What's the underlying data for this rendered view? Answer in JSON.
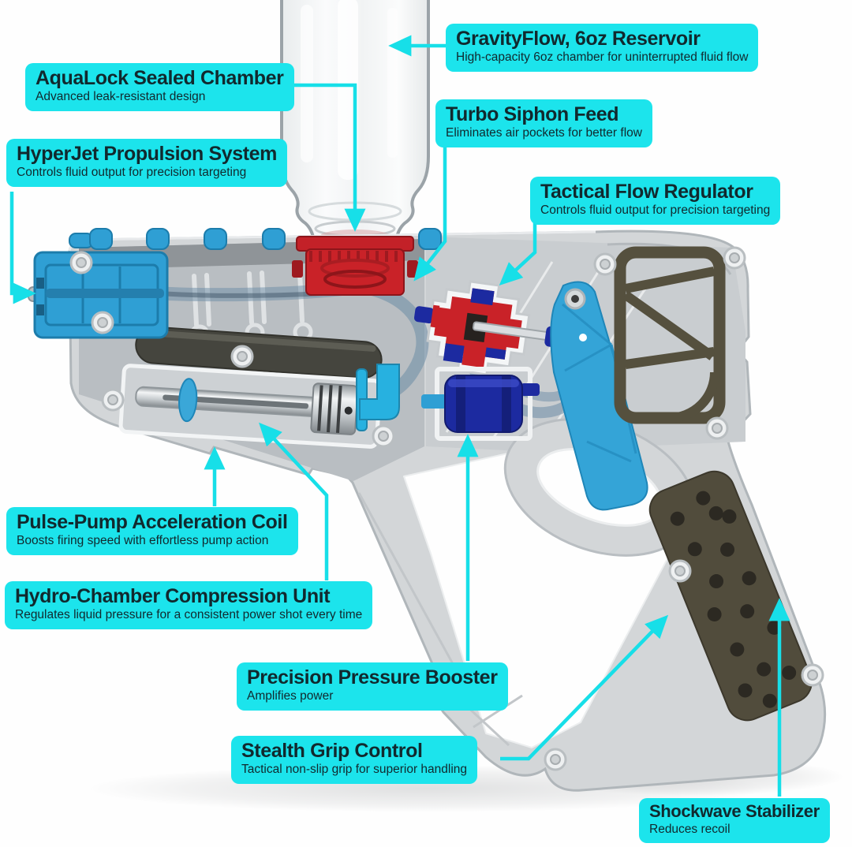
{
  "illustration": {
    "name": "water-blaster-cutaway-diagram",
    "description": "Cutaway illustration of a toy water blaster with transparent reservoir bottle and internal pump components"
  },
  "callouts": {
    "gravityflow": {
      "title": "GravityFlow, 6oz Reservoir",
      "subtitle": "High-capacity 6oz chamber for uninterrupted fluid flow"
    },
    "aqualock": {
      "title": "AquaLock Sealed Chamber",
      "subtitle": "Advanced leak-resistant design"
    },
    "hyperjet": {
      "title": "HyperJet Propulsion System",
      "subtitle": "Controls fluid output for precision targeting"
    },
    "turbo_siphon": {
      "title": "Turbo Siphon Feed",
      "subtitle": "Eliminates air pockets for better flow"
    },
    "flow_regulator": {
      "title": "Tactical Flow Regulator",
      "subtitle": "Controls fluid output for precision targeting"
    },
    "pulse_pump": {
      "title": "Pulse-Pump Acceleration Coil",
      "subtitle": "Boosts firing speed with effortless pump action"
    },
    "hydro_chamber": {
      "title": "Hydro-Chamber Compression Unit",
      "subtitle": "Regulates liquid pressure for a consistent power shot every time"
    },
    "pressure_booster": {
      "title": "Precision Pressure Booster",
      "subtitle": "Amplifies power"
    },
    "stealth_grip": {
      "title": "Stealth Grip Control",
      "subtitle": "Tactical non-slip grip for superior handling"
    },
    "shockwave": {
      "title": "Shockwave Stabilizer",
      "subtitle": "Reduces recoil"
    }
  },
  "colors": {
    "accent_cyan": "#1CE4EC",
    "label_text": "#11292e",
    "red_part": "#c92228",
    "blue_part": "#2f9fd4",
    "navy_part": "#1c2aa0",
    "olive_part": "#55503e",
    "body_gray": "#d3d6d8"
  }
}
